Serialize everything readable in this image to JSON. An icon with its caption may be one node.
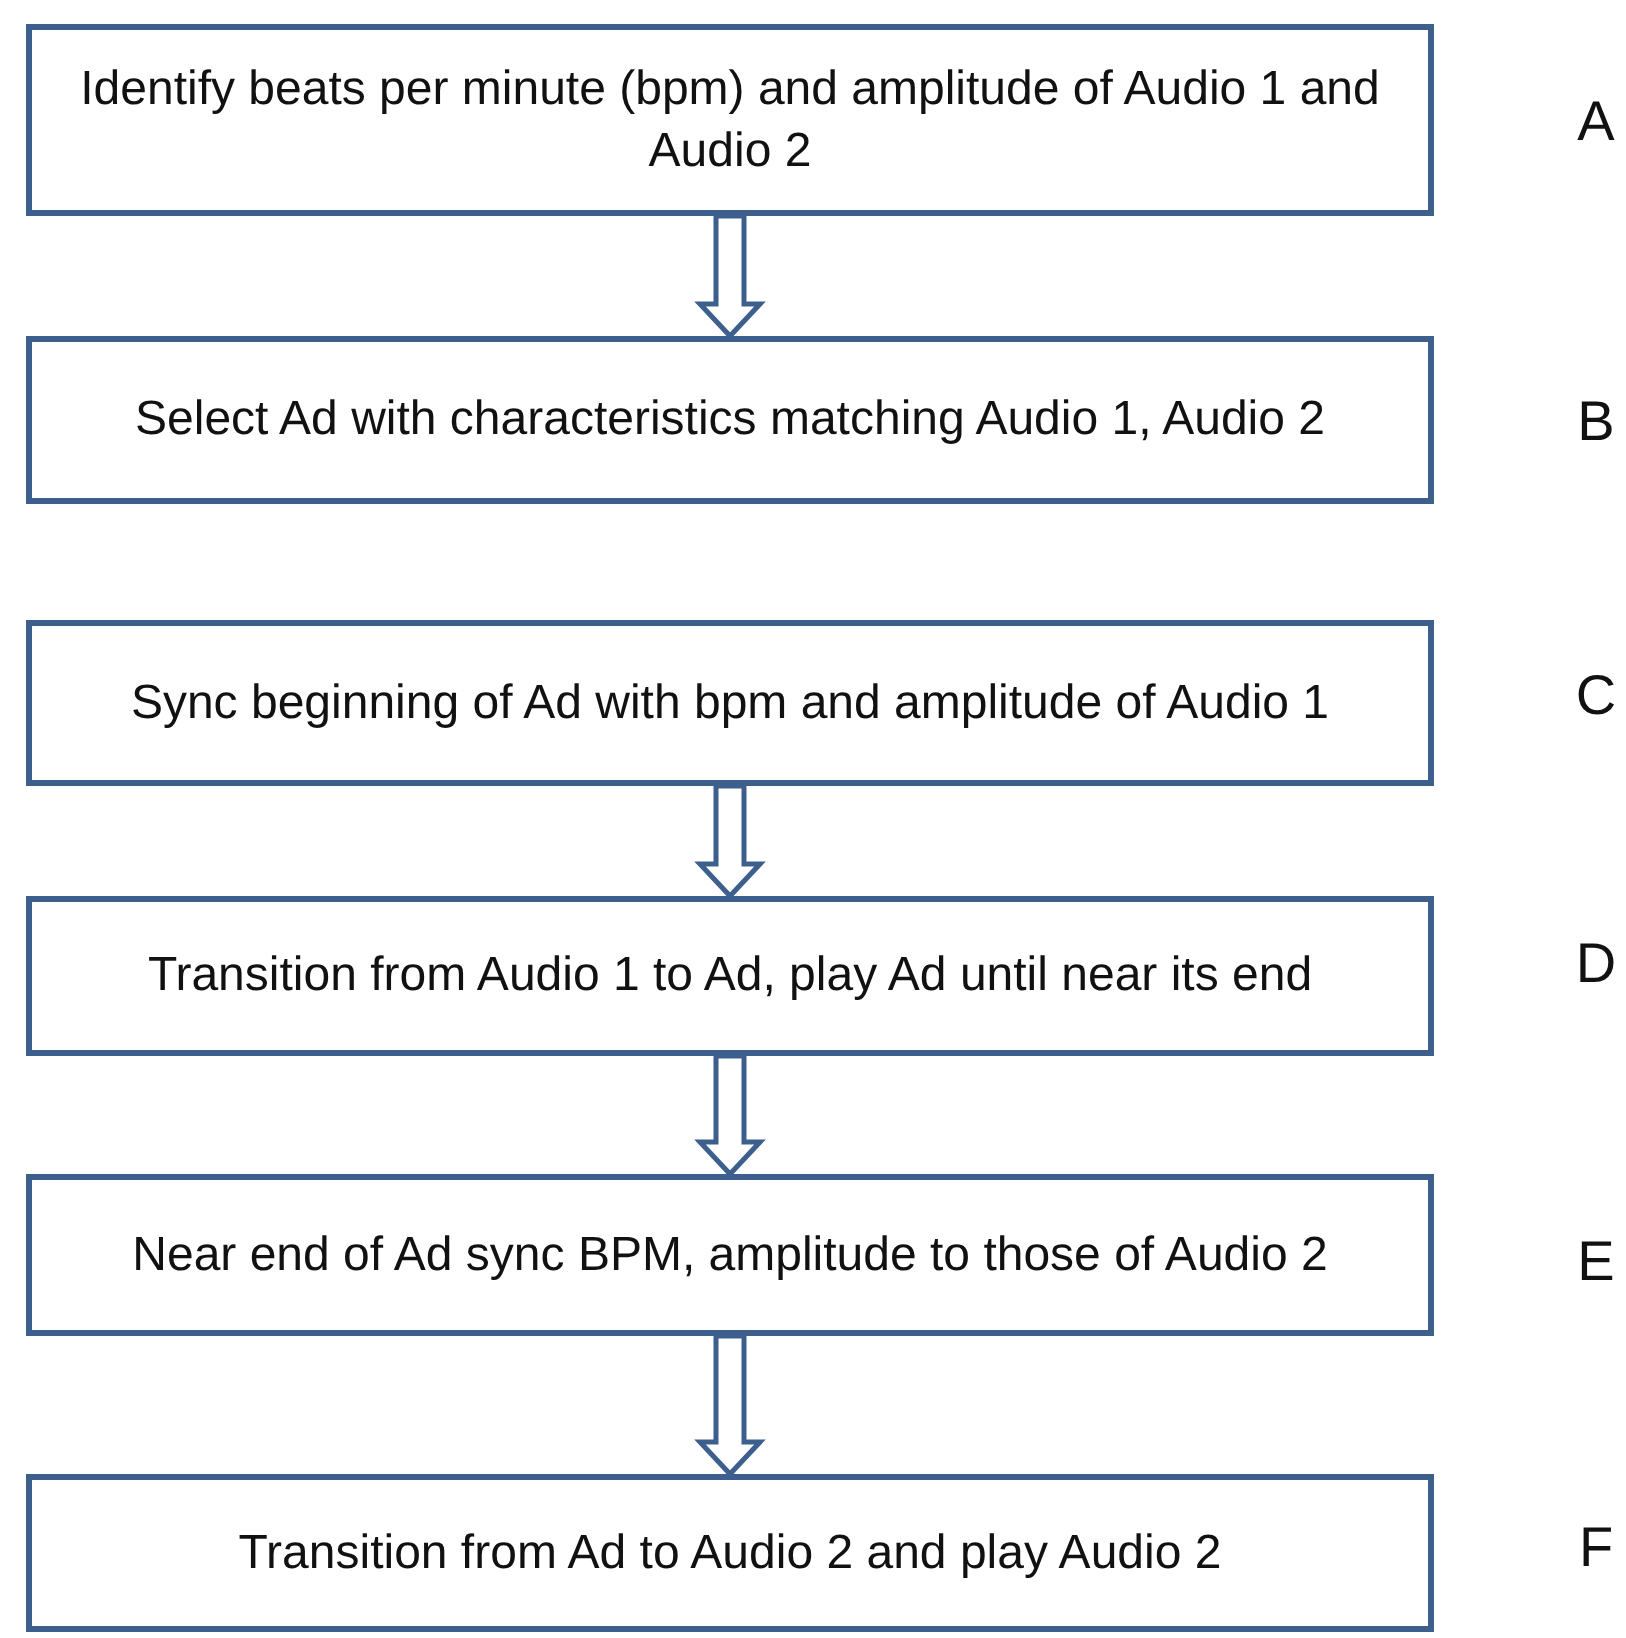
{
  "diagram": {
    "nodes": [
      {
        "text": [
          "Identify beats per minute (bpm) and amplitude of Audio 1 and Audio 2"
        ],
        "beside": [
          "A"
        ]
      },
      {
        "text": [
          "Select Ad with characteristics matching Audio 1, Audio 2"
        ],
        "beside": [
          "B"
        ]
      },
      {
        "text": [
          "Sync beginning of Ad with bpm and amplitude of Audio 1"
        ],
        "beside": [
          "C"
        ]
      },
      {
        "text": [
          "Transition from Audio 1 to Ad, play Ad until near its end"
        ],
        "beside": [
          "D"
        ]
      },
      {
        "text": [
          "Near end of Ad sync BPM, amplitude to those of Audio 2"
        ],
        "beside": [
          "E"
        ]
      },
      {
        "text": [
          "Transition from Ad to Audio 2 and play Audio 2"
        ],
        "beside": [
          "F"
        ]
      }
    ],
    "edges": [
      {
        "from": 0,
        "to": 1,
        "arrow": "to"
      },
      {
        "from": 2,
        "to": 3,
        "arrow": "to"
      },
      {
        "from": 3,
        "to": 4,
        "arrow": "to"
      },
      {
        "from": 4,
        "to": 5,
        "arrow": "to"
      }
    ]
  }
}
